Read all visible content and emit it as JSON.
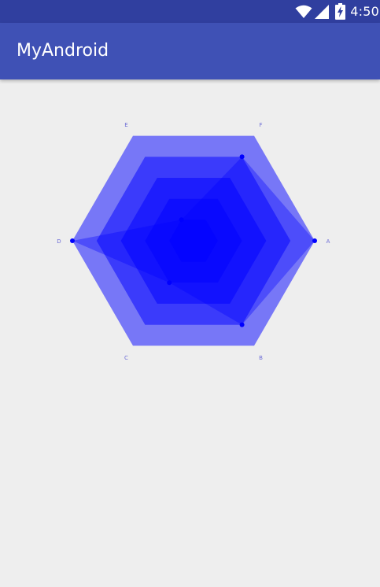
{
  "status_bar": {
    "time": "4:50",
    "icons": [
      "wifi-icon",
      "cell-signal-icon",
      "battery-charging-icon"
    ]
  },
  "app_bar": {
    "title": "MyAndroid"
  },
  "chart_data": {
    "type": "radar",
    "axes": [
      "A",
      "B",
      "C",
      "D",
      "E",
      "F"
    ],
    "rings": 5,
    "range": [
      0,
      100
    ],
    "ring_fill": "#0000ff",
    "series": [
      {
        "values": [
          100,
          80,
          40,
          100,
          20,
          80
        ],
        "color": "#0000ff"
      }
    ]
  }
}
